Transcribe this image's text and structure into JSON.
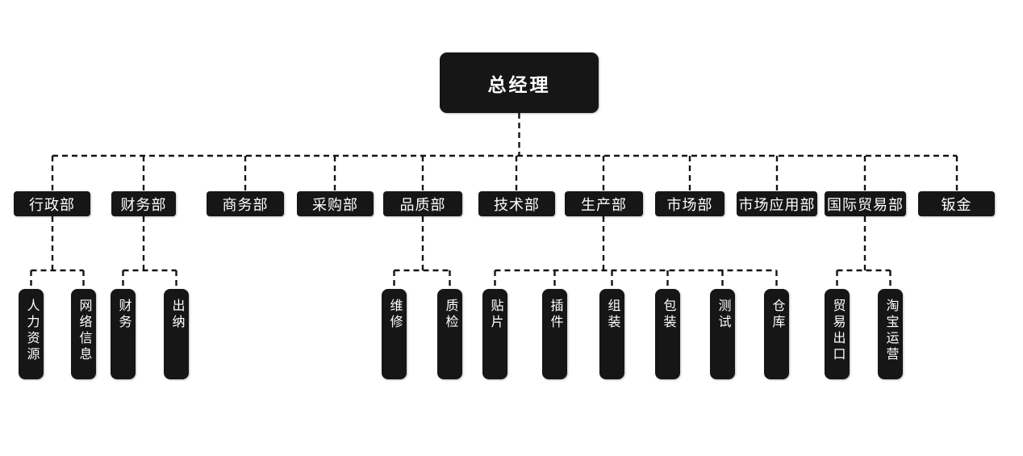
{
  "diagram_type": "org-chart",
  "root": {
    "label": "总经理"
  },
  "departments": [
    {
      "label": "行政部",
      "children": [
        "人力资源",
        "网络信息"
      ]
    },
    {
      "label": "财务部",
      "children": [
        "财务",
        "出纳"
      ]
    },
    {
      "label": "商务部",
      "children": []
    },
    {
      "label": "采购部",
      "children": []
    },
    {
      "label": "品质部",
      "children": [
        "维修",
        "质检"
      ]
    },
    {
      "label": "技术部",
      "children": []
    },
    {
      "label": "生产部",
      "children": [
        "贴片",
        "插件",
        "组装",
        "包装",
        "测试",
        "仓库"
      ]
    },
    {
      "label": "市场部",
      "children": []
    },
    {
      "label": "市场应用部",
      "children": []
    },
    {
      "label": "国际贸易部",
      "children": [
        "贸易出口",
        "淘宝运营"
      ]
    },
    {
      "label": "钣金",
      "children": []
    }
  ],
  "colors": {
    "node_background": "#161616",
    "node_text": "#ffffff",
    "connector": "#141414",
    "canvas_background": "#ffffff"
  },
  "connector_style": "dashed"
}
